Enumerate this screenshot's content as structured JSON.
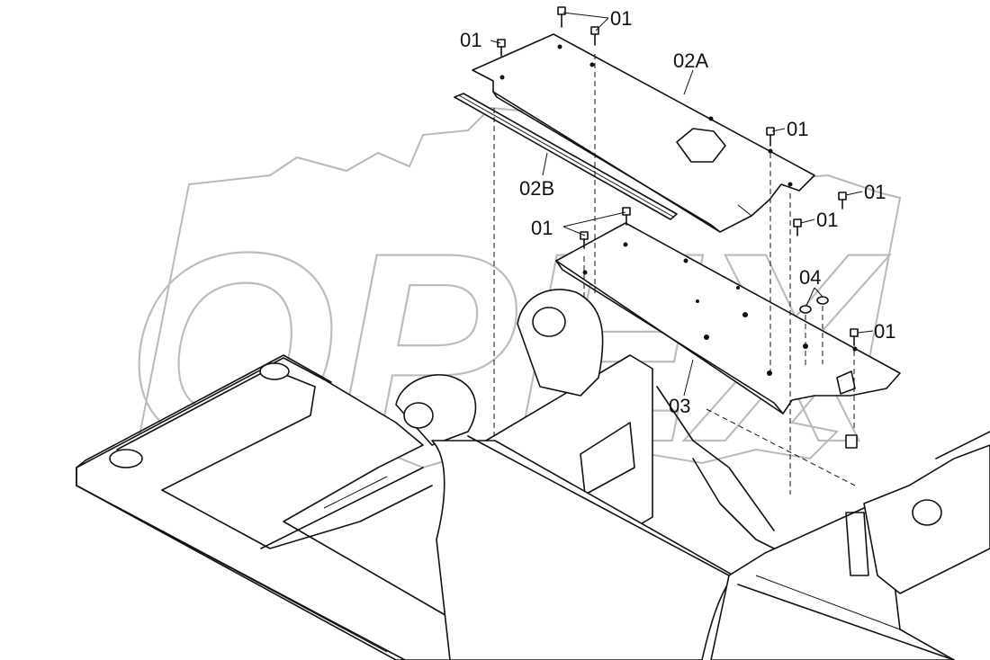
{
  "watermark": {
    "text": "OPEX"
  },
  "callouts": {
    "c01_top": "01",
    "c01_left": "01",
    "c02a": "02A",
    "c02b": "02B",
    "c01_mid_right": "01",
    "c01_right_a": "01",
    "c01_right_b": "01",
    "c01_mid_left": "01",
    "c04": "04",
    "c01_lower_right": "01",
    "c03": "03"
  },
  "colors": {
    "ink": "#111111",
    "watermark": "#bdbdbd",
    "background": "#ffffff"
  }
}
